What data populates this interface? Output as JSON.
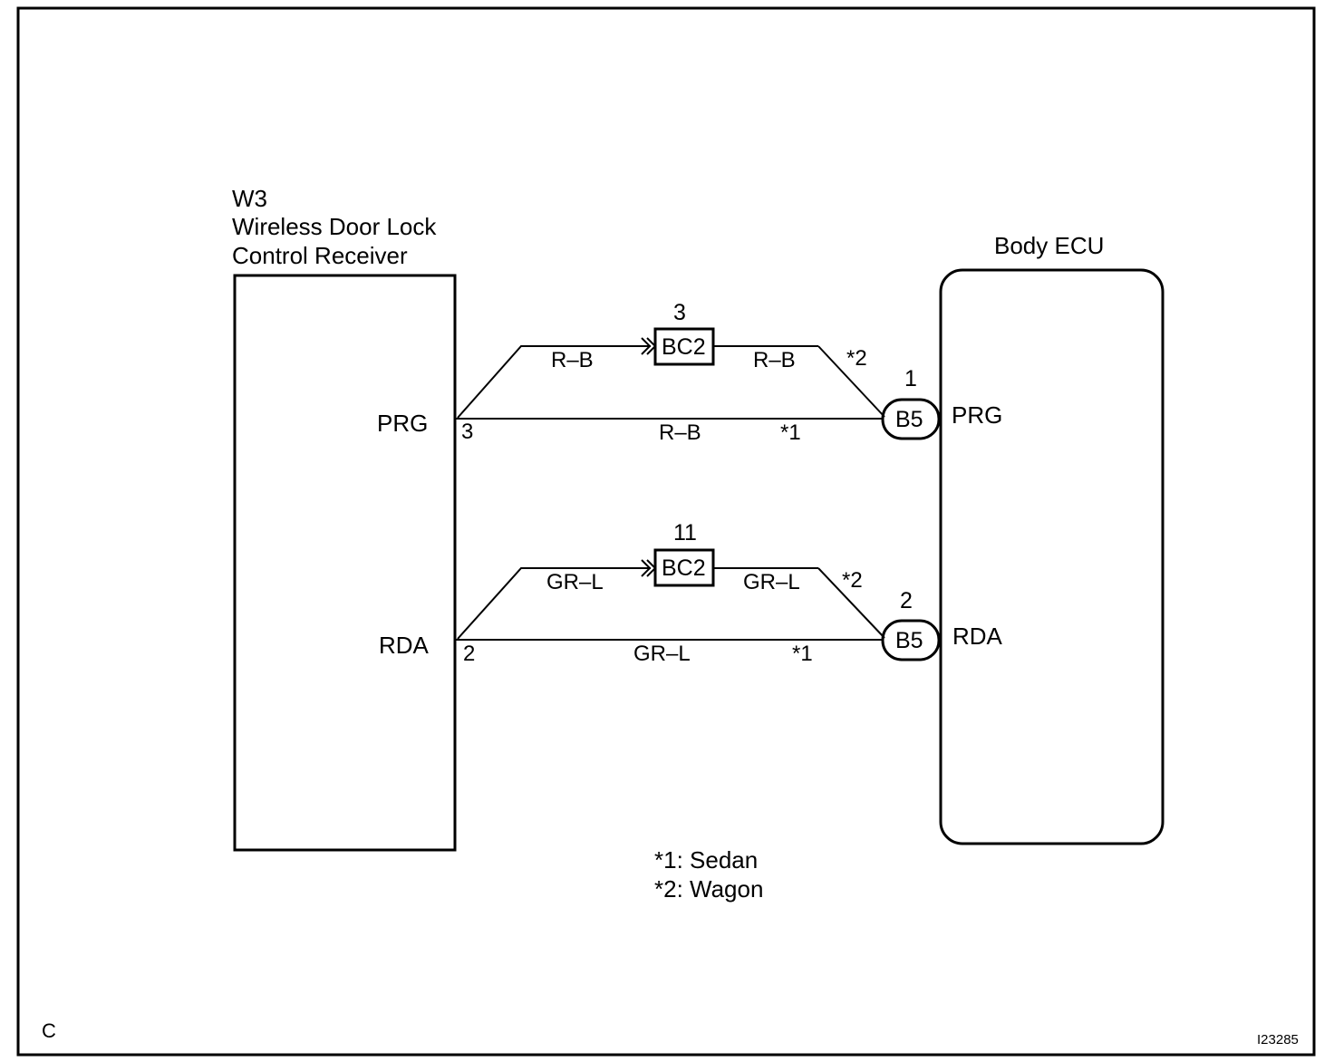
{
  "receiver": {
    "code": "W3",
    "name_line1": "Wireless Door Lock",
    "name_line2": "Control Receiver",
    "pin_prg_label": "PRG",
    "pin_prg_number": "3",
    "pin_rda_label": "RDA",
    "pin_rda_number": "2"
  },
  "ecu": {
    "name": "Body ECU",
    "pin_prg_label": "PRG",
    "pin_prg_number": "1",
    "pin_rda_label": "RDA",
    "pin_rda_number": "2",
    "connector": "B5"
  },
  "junction": {
    "connector": "BC2",
    "prg_pin": "3",
    "rda_pin": "11"
  },
  "wires": {
    "prg_color": "R–B",
    "rda_color": "GR–L",
    "direct_mark": "*1",
    "junction_mark": "*2"
  },
  "legend": {
    "line1": "*1: Sedan",
    "line2": "*2: Wagon"
  },
  "corner_left": "C",
  "figure_id": "I23285"
}
